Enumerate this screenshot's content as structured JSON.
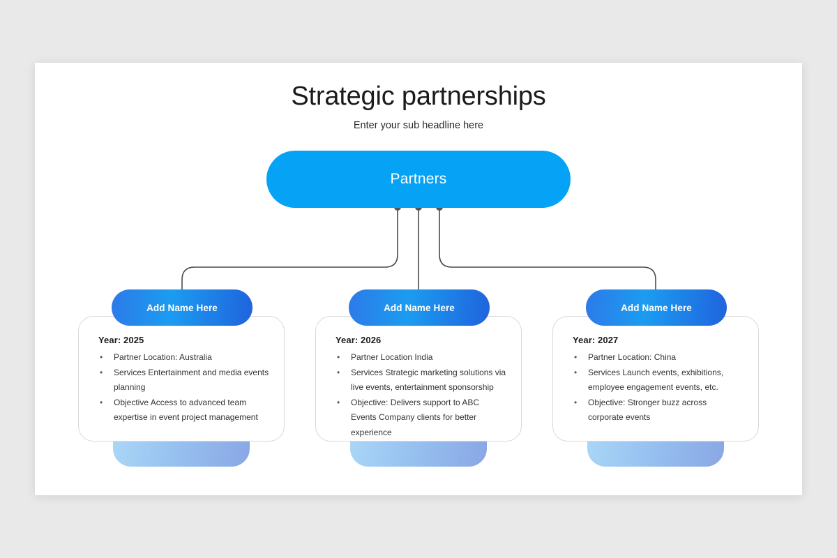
{
  "slide": {
    "title": "Strategic partnerships",
    "subtitle": "Enter your sub headline here",
    "background_color": "#ffffff",
    "page_background_color": "#e9e9e9"
  },
  "root_node": {
    "label": "Partners",
    "color": "#06a2f6",
    "text_color": "#ffffff"
  },
  "connector": {
    "color": "#4a4a4a",
    "dot_color": "#555555"
  },
  "branches": [
    {
      "pill_label": "Add Name Here",
      "year_label": "Year:",
      "year_value": "2025",
      "bullets": [
        "Partner Location: Australia",
        "Services Entertainment and media events planning",
        "Objective Access to advanced team expertise in event project management"
      ]
    },
    {
      "pill_label": "Add Name Here",
      "year_label": "Year:",
      "year_value": "2026",
      "bullets": [
        "Partner Location India",
        "Services Strategic marketing solutions via live events, entertainment sponsorship",
        "Objective: Delivers support to ABC Events Company clients for better experience"
      ]
    },
    {
      "pill_label": "Add Name Here",
      "year_label": "Year:",
      "year_value": "2027",
      "bullets": [
        "Partner Location: China",
        "Services Launch events, exhibitions, employee engagement events, etc.",
        "Objective: Stronger buzz across corporate events"
      ]
    }
  ]
}
